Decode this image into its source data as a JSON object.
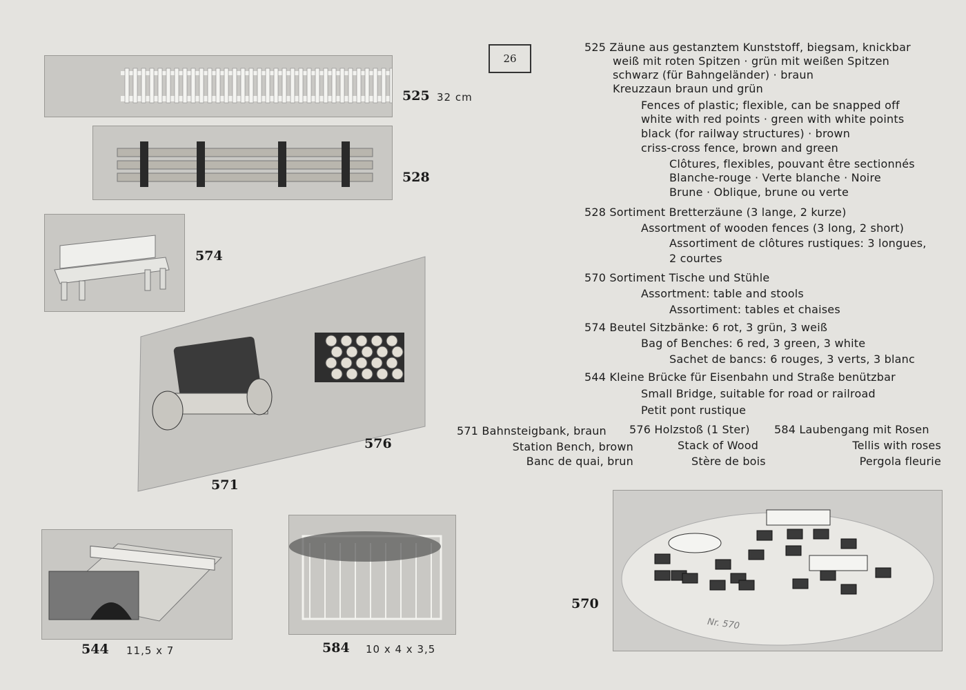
{
  "page_number": "26",
  "photo_labels": {
    "p525": {
      "num": "525",
      "size": "32 cm"
    },
    "p528": {
      "num": "528"
    },
    "p574": {
      "num": "574"
    },
    "p576": {
      "num": "576"
    },
    "p571": {
      "num": "571"
    },
    "p544": {
      "num": "544",
      "size": "11,5 x 7"
    },
    "p584": {
      "num": "584",
      "size": "10 x 4 x 3,5"
    },
    "p570": {
      "num": "570",
      "plate_text": "Nr. 570"
    }
  },
  "entries": {
    "e525": {
      "de": [
        "525 Zäune aus gestanztem Kunststoff, biegsam, knickbar",
        "weiß mit roten Spitzen · grün mit weißen Spitzen",
        "schwarz (für Bahngeländer) · braun",
        "Kreuzzaun braun und grün"
      ],
      "en": [
        "Fences of plastic; flexible, can be snapped off",
        "white with red points · green with white points",
        "black (for railway structures) · brown",
        "criss-cross fence, brown and green"
      ],
      "fr": [
        "Clôtures, flexibles, pouvant être sectionnés",
        "Blanche-rouge  ·  Verte blanche  ·  Noire",
        "Brune · Oblique, brune ou verte"
      ]
    },
    "e528": {
      "de": "528 Sortiment Bretterzäune (3 lange, 2 kurze)",
      "en": "Assortment of wooden fences (3 long, 2 short)",
      "fr": [
        "Assortiment de clôtures rustiques: 3 longues,",
        "2 courtes"
      ]
    },
    "e570": {
      "de": "570 Sortiment Tische und Stühle",
      "en": "Assortment: table and stools",
      "fr": "Assortiment: tables et chaises"
    },
    "e574": {
      "de": "574 Beutel Sitzbänke: 6 rot, 3 grün, 3 weiß",
      "en": "Bag of Benches: 6 red, 3 green, 3 white",
      "fr": "Sachet de bancs: 6 rouges, 3 verts, 3 blanc"
    },
    "e544": {
      "de": "544 Kleine Brücke für Eisenbahn und Straße benützbar",
      "en": "Small Bridge, suitable for road or railroad",
      "fr": "Petit pont rustique"
    },
    "e571": {
      "de": "571 Bahnsteigbank, braun",
      "en": "Station Bench, brown",
      "fr": "Banc de quai, brun"
    },
    "e576": {
      "de": "576 Holzstoß (1 Ster)",
      "en": "Stack of Wood",
      "fr": "Stère de bois"
    },
    "e584": {
      "de": "584 Laubengang mit Rosen",
      "en": "Tellis with roses",
      "fr": "Pergola fleurie"
    }
  }
}
